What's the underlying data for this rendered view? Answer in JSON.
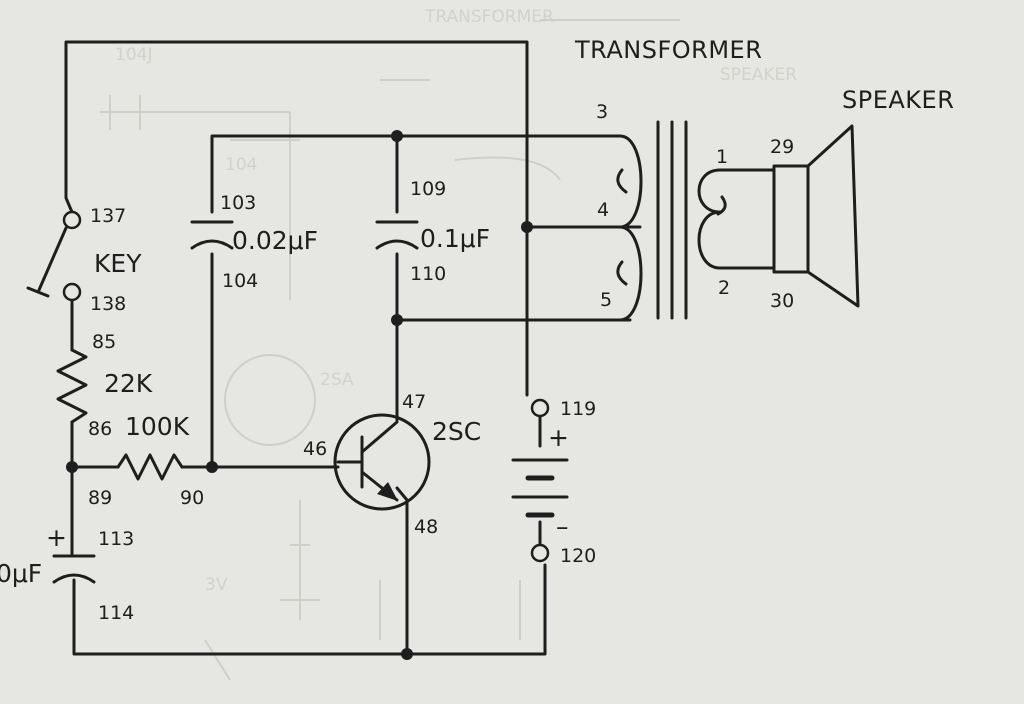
{
  "headings": {
    "transformer": "TRANSFORMER",
    "speaker": "SPEAKER"
  },
  "key": {
    "label": "KEY",
    "terminal_top": "137",
    "terminal_bottom": "138"
  },
  "resistor_22k": {
    "value": "22K",
    "terminal_top": "85",
    "terminal_bottom": "86"
  },
  "resistor_100k": {
    "value": "100K",
    "terminal_left": "89",
    "terminal_right": "90"
  },
  "cap_left": {
    "value": "0μF",
    "polarity": "+",
    "terminal_top": "113",
    "terminal_bottom": "114"
  },
  "cap_002": {
    "value": "0.02μF",
    "terminal_top": "103",
    "terminal_bottom": "104"
  },
  "cap_01": {
    "value": "0.1μF",
    "terminal_top": "109",
    "terminal_bottom": "110"
  },
  "transistor": {
    "label": "2SC",
    "collector": "47",
    "base": "46",
    "emitter": "48"
  },
  "battery": {
    "plus": "+",
    "minus": "–",
    "terminal_top": "119",
    "terminal_bottom": "120"
  },
  "transformer": {
    "pin3": "3",
    "pin4": "4",
    "pin5": "5",
    "pin1": "1",
    "pin2": "2"
  },
  "speaker": {
    "terminal_top": "29",
    "terminal_bottom": "30"
  }
}
